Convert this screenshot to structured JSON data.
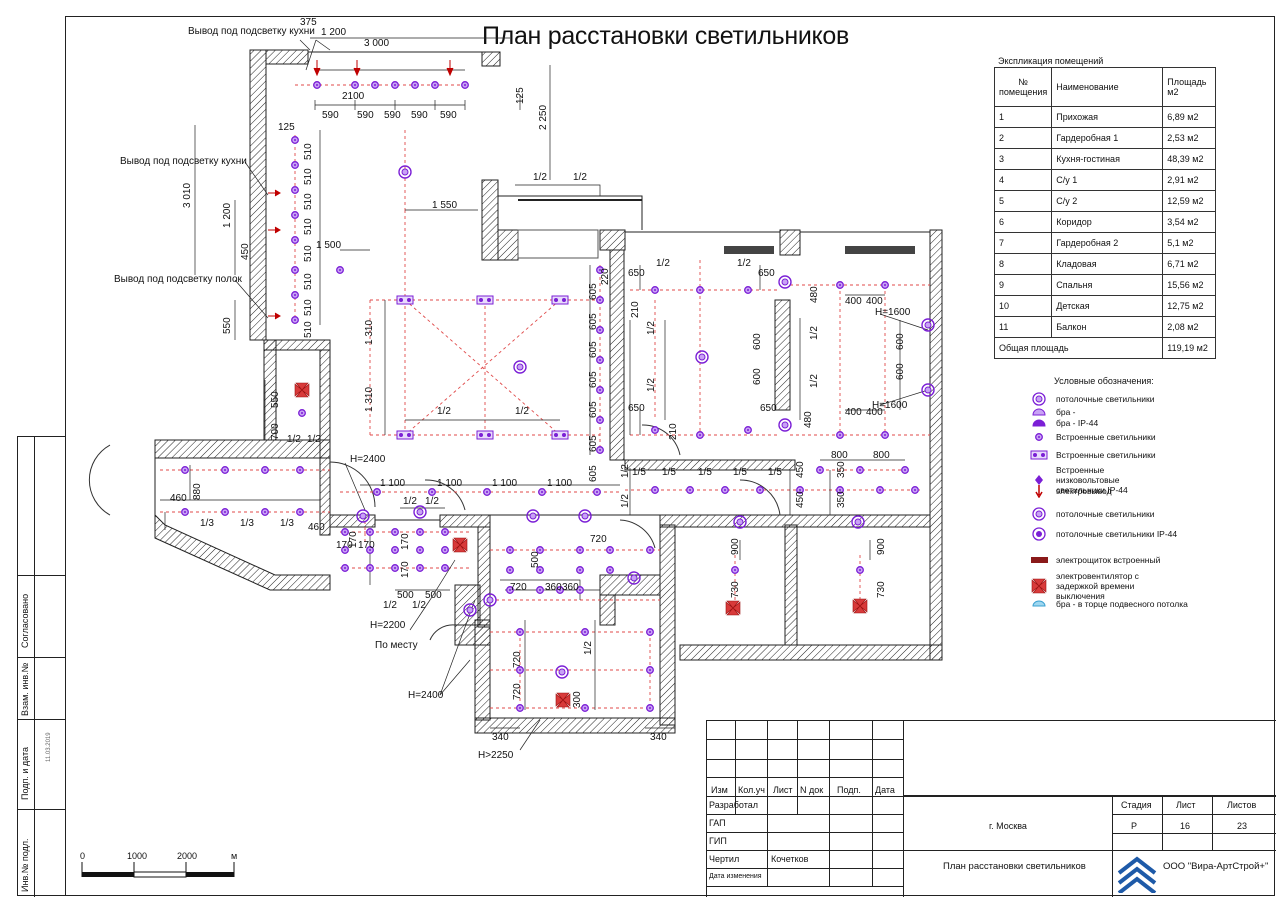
{
  "title": "План расстановки светильников",
  "explication": {
    "caption": "Экспликация  помещений",
    "headers": [
      "№ помещения",
      "Наименование",
      "Площадь м2"
    ],
    "rows": [
      [
        "1",
        "Прихожая",
        "6,89 м2"
      ],
      [
        "2",
        "Гардеробная 1",
        "2,53 м2"
      ],
      [
        "3",
        "Кухня-гостиная",
        "48,39 м2"
      ],
      [
        "4",
        "С/у 1",
        "2,91 м2"
      ],
      [
        "5",
        "С/у 2",
        "12,59 м2"
      ],
      [
        "6",
        "Коридор",
        "3,54 м2"
      ],
      [
        "7",
        "Гардеробная 2",
        "5,1 м2"
      ],
      [
        "8",
        "Кладовая",
        "6,71 м2"
      ],
      [
        "9",
        "Спальня",
        "15,56 м2"
      ],
      [
        "10",
        "Детская",
        "12,75 м2"
      ],
      [
        "11",
        "Балкон",
        "2,08 м2"
      ]
    ],
    "total_label": "Общая площадь",
    "total_value": "119,19 м2"
  },
  "legend": {
    "title": "Условные обозначения:",
    "items": [
      {
        "label": "потолочные светильники",
        "symbol": "ceiling-light-icon"
      },
      {
        "label": "бра -",
        "symbol": "wall-sconce-icon"
      },
      {
        "label": "бра -  IP-44",
        "symbol": "wall-sconce-ip44-icon"
      },
      {
        "label": "Встроенные светильники",
        "symbol": "recessed-light-icon"
      },
      {
        "label": "Встроенные светильники",
        "symbol": "recessed-double-light-icon"
      },
      {
        "label": "Встроенные низковольтовые светильники IP-44",
        "symbol": "low-voltage-light-icon"
      },
      {
        "label": "электровывод",
        "symbol": "electrical-outlet-icon"
      },
      {
        "label": "потолочные светильники",
        "symbol": "ceiling-light-icon"
      },
      {
        "label": "потолочные светильники IP-44",
        "symbol": "ceiling-light-ip44-icon"
      },
      {
        "label": "электрощиток встроенный",
        "symbol": "electrical-panel-icon"
      },
      {
        "label": "электровентилятор с задержкой времени выключения",
        "symbol": "fan-icon"
      },
      {
        "label": "бра - в торце подвесного потолка",
        "symbol": "ceiling-edge-sconce-icon"
      }
    ]
  },
  "annotations": {
    "kitchen_lighting_1": "Вывод под подсветку кухни",
    "kitchen_lighting_2": "Вывод под подсветку кухни",
    "shelf_lighting": "Вывод под подсветку полок",
    "on_site": "По месту",
    "h2400_a": "H=2400",
    "h2400_b": "H=2400",
    "h2200": "H=2200",
    "h2250": "H>2250",
    "h1600_a": "H=1600",
    "h1600_b": "H=1600"
  },
  "dimensions": {
    "top": [
      "375",
      "1 200",
      "3 000",
      "2100",
      "590",
      "590",
      "590",
      "590",
      "590",
      "125",
      "2 250",
      "125"
    ],
    "left": [
      "510",
      "510",
      "510",
      "510",
      "510",
      "510",
      "510",
      "510",
      "3 010",
      "1 200",
      "450",
      "550",
      "1 500",
      "1 550"
    ],
    "living": [
      "1 310",
      "1 310",
      "1/2",
      "1/2",
      "1/2",
      "1/2",
      "605",
      "605",
      "605",
      "605",
      "605",
      "605",
      "605",
      "220"
    ],
    "corridor": [
      "1 100",
      "1 100",
      "1 100",
      "1 100",
      "1/2",
      "1/2",
      "460",
      "880",
      "1/3",
      "1/3",
      "1/3",
      "460",
      "700",
      "550",
      "1/2",
      "1/2"
    ],
    "bedroom": [
      "650",
      "1/2",
      "1/2",
      "650",
      "210",
      "600",
      "600",
      "1/2",
      "1/2",
      "650",
      "210",
      "650"
    ],
    "child": [
      "480",
      "400",
      "400",
      "600",
      "600",
      "400",
      "400",
      "480",
      "1/2",
      "1/2"
    ],
    "lower": [
      "800",
      "800",
      "1/5",
      "1/5",
      "1/5",
      "1/5",
      "1/5",
      "1/2",
      "1/2",
      "450",
      "450",
      "350",
      "350",
      "720",
      "720",
      "720",
      "720",
      "500",
      "360",
      "360",
      "500",
      "500",
      "170",
      "170",
      "170",
      "170",
      "170",
      "1/2",
      "1/2",
      "900",
      "730",
      "900",
      "730",
      "300",
      "1/2",
      "340",
      "340"
    ]
  },
  "scale": {
    "labels": [
      "0",
      "1000",
      "2000",
      "м"
    ]
  },
  "side_strip": [
    "Согласовано",
    "Взам. инв.№",
    "Подп. и дата",
    "Инв.№ подл.",
    "11.03.2019"
  ],
  "title_block": {
    "headers": [
      "Изм",
      "Кол.уч",
      "Лист",
      "N док",
      "Подп.",
      "Дата"
    ],
    "roles": [
      "Разработал",
      "ГАП",
      "ГИП",
      "Чертил",
      "Дата изменения"
    ],
    "drafter": "Кочетков",
    "city": "г. Москва",
    "sheet_title": "План расстановки светильников",
    "stage_label": "Стадия",
    "sheet_label": "Лист",
    "sheets_label": "Листов",
    "stage": "Р",
    "sheet": "16",
    "sheets": "23",
    "company": "ООО \"Вира-АртСтрой+\""
  },
  "colors": {
    "light": "#7b1fd6",
    "light_fill": "#c9a2f5",
    "wire": "#e04a4a",
    "wall": "#222222",
    "outlet": "#c00000"
  }
}
